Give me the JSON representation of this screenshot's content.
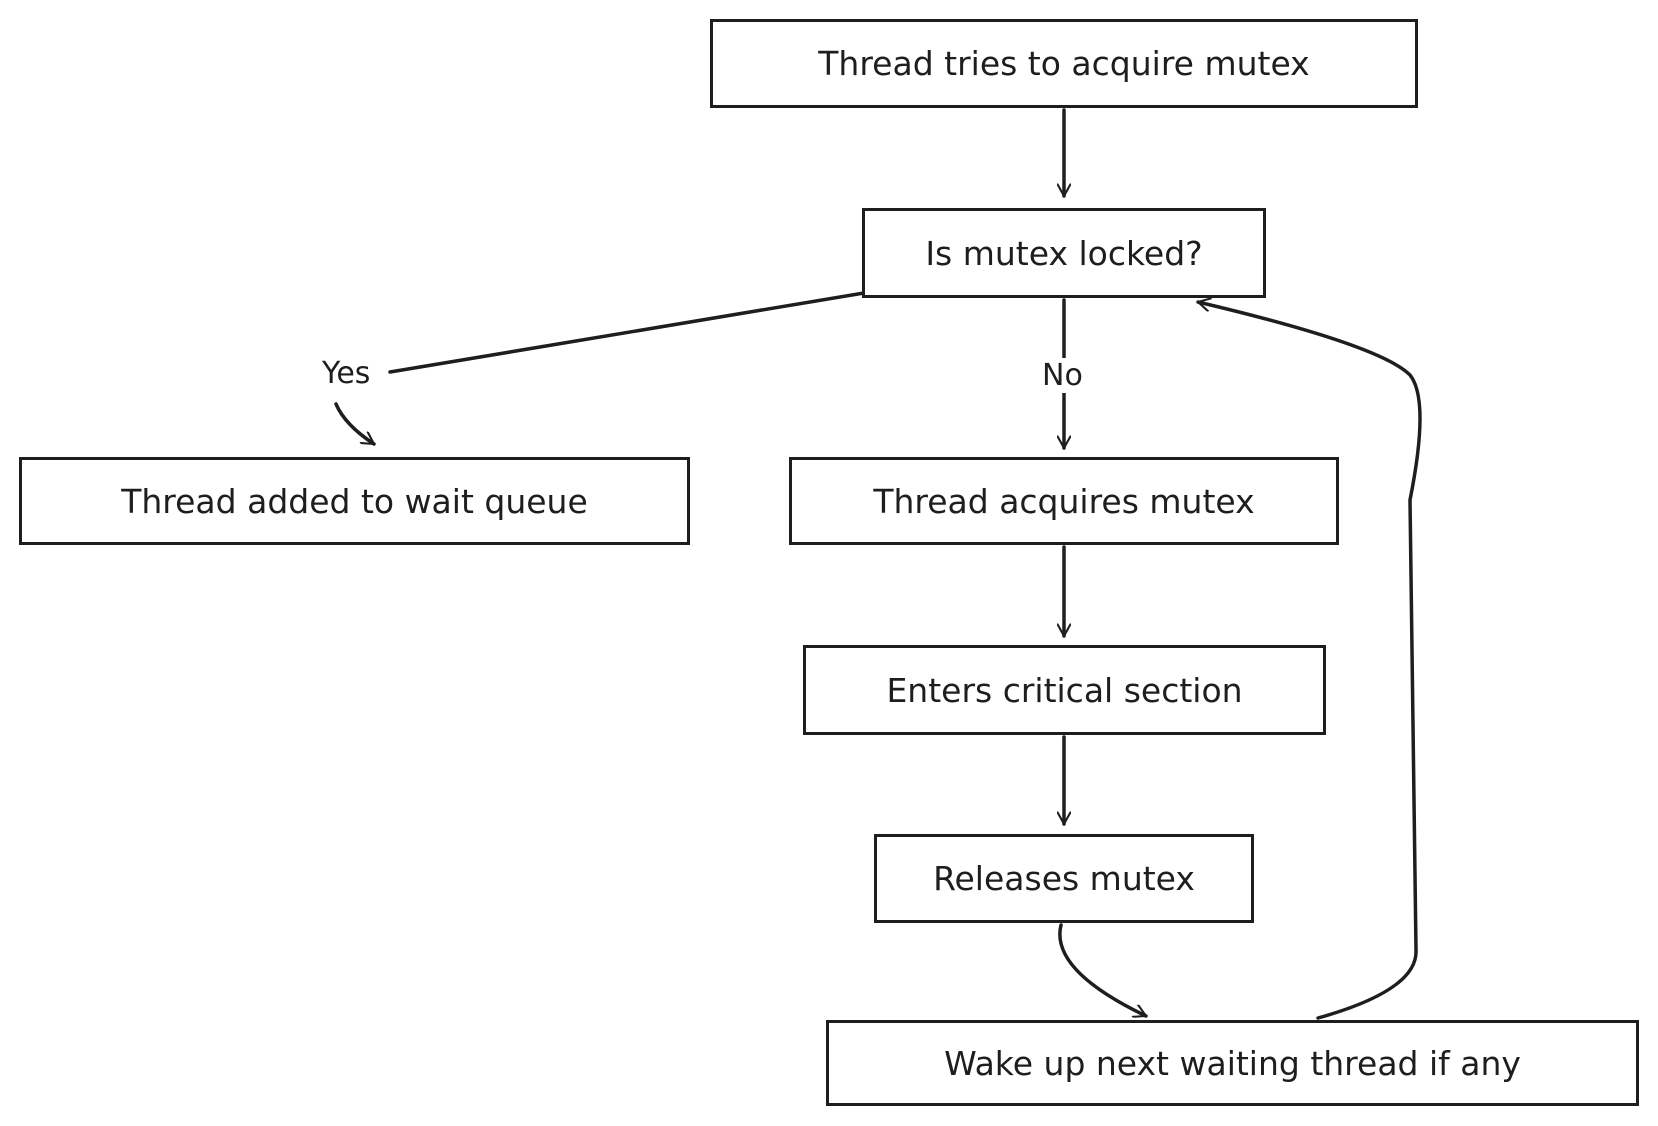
{
  "nodes": {
    "start": "Thread tries to acquire mutex",
    "decision": "Is mutex locked?",
    "wait": "Thread added to wait queue",
    "acquire": "Thread acquires mutex",
    "critical": "Enters critical section",
    "release": "Releases mutex",
    "wake": "Wake up next waiting thread if any"
  },
  "edges": {
    "yes": "Yes",
    "no": "No"
  },
  "colors": {
    "stroke": "#1e1e1e",
    "background": "#ffffff"
  }
}
